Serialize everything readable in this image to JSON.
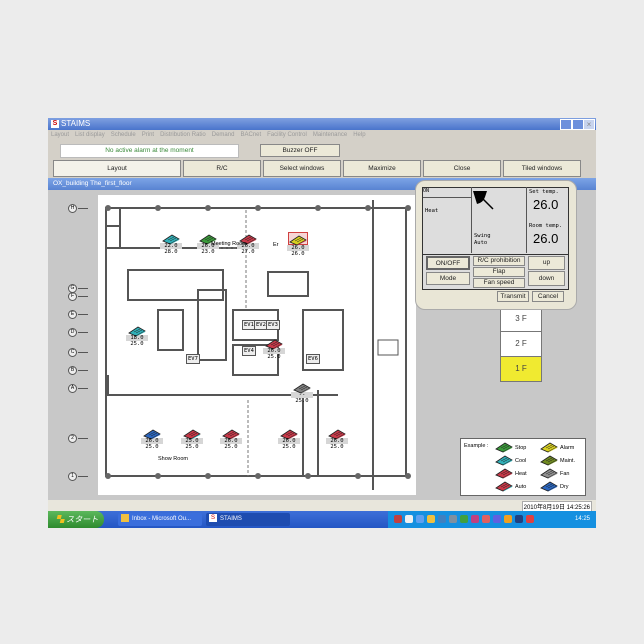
{
  "window": {
    "title": "STAIMS",
    "icon": "staims-s-icon"
  },
  "menu": [
    "Layout",
    "List display",
    "Schedule",
    "Print",
    "Distribution Ratio",
    "Demand",
    "BACnet",
    "Facility Control",
    "Maintenance",
    "Help"
  ],
  "alarm": {
    "message": "No active alarm at the moment",
    "buzzer_label": "Buzzer OFF"
  },
  "tabs": [
    "Layout",
    "R/C",
    "Select windows",
    "Maximize",
    "Close",
    "Tiled windows"
  ],
  "floor_title": "OX_building The_first_floor",
  "grid_labels": [
    "H",
    "G",
    "F",
    "E",
    "D",
    "C",
    "B",
    "A",
    "2",
    "1"
  ],
  "rooms": {
    "meeting": "Meeting Room",
    "entrance": "Er",
    "showroom": "Show Room"
  },
  "elevators": [
    "EV1",
    "EV2",
    "EV3",
    "EV4",
    "EV6",
    "EV7"
  ],
  "units": [
    {
      "mode": "cool",
      "set": "22.0",
      "room": "28.0"
    },
    {
      "mode": "stop",
      "set": "26.0",
      "room": "23.0"
    },
    {
      "mode": "heat",
      "set": "26.0",
      "room": "27.0"
    },
    {
      "mode": "alarm",
      "set": "26.0",
      "room": "26.0"
    },
    {
      "mode": "cool",
      "set": "18.0",
      "room": "25.0"
    },
    {
      "mode": "heat",
      "set": "26.0",
      "room": "25.0"
    },
    {
      "mode": "fan",
      "set": "--",
      "room": "25.0"
    },
    {
      "mode": "dry",
      "set": "26.0",
      "room": "25.0"
    },
    {
      "mode": "auto",
      "set": "25.0",
      "room": "25.0"
    },
    {
      "mode": "heat",
      "set": "26.0",
      "room": "25.0"
    },
    {
      "mode": "heat",
      "set": "26.0",
      "room": "25.0"
    },
    {
      "mode": "heat",
      "set": "26.0",
      "room": "25.0"
    }
  ],
  "control": {
    "state": "ON",
    "mode": "Heat",
    "swing_label": "Swing",
    "swing_value": "Auto",
    "set_temp_label": "Set temp.",
    "set_temp": "26.0",
    "room_temp_label": "Room temp.",
    "room_temp": "26.0",
    "buttons": {
      "onoff": "ON/OFF",
      "mode": "Mode",
      "prohibition": "R/C prohibition",
      "flap": "Flap",
      "fan_speed": "Fan speed",
      "up": "up",
      "down": "down",
      "transmit": "Transmit",
      "cancel": "Cancel"
    }
  },
  "floors": [
    {
      "label": "3 F",
      "active": false
    },
    {
      "label": "2 F",
      "active": false
    },
    {
      "label": "1 F",
      "active": true
    }
  ],
  "legend": {
    "title": "Example :",
    "items": [
      {
        "label": "Stop",
        "color": "#3a9a3a"
      },
      {
        "label": "Alarm",
        "color": "#d8d020"
      },
      {
        "label": "Cool",
        "color": "#30b0b8"
      },
      {
        "label": "Maint.",
        "color": "#708a20"
      },
      {
        "label": "Heat",
        "color": "#c83848"
      },
      {
        "label": "Fan",
        "color": "#909090"
      },
      {
        "label": "Auto",
        "color": "#c83848"
      },
      {
        "label": "Dry",
        "color": "#2a66c0"
      }
    ]
  },
  "mode_colors": {
    "cool": "#30b0b8",
    "stop": "#3a9a3a",
    "heat": "#c83848",
    "alarm": "#d8d020",
    "fan": "#808080",
    "dry": "#2a66c0",
    "auto": "#c83848"
  },
  "statusbar": {
    "datetime": "2010年8月19日 14:25:26"
  },
  "taskbar": {
    "start": "スタート",
    "items": [
      "Inbox - Microsoft Ou...",
      "STAIMS"
    ],
    "clock": "14:25"
  }
}
